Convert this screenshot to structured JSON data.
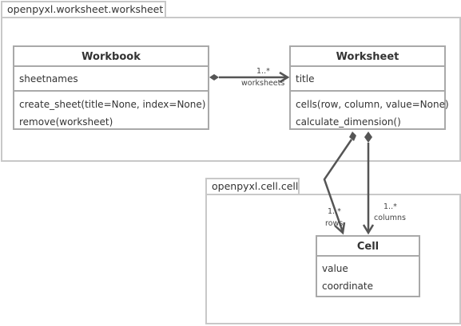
{
  "packages": {
    "worksheet": {
      "label": "openpyxl.worksheet.worksheet"
    },
    "cell": {
      "label": "openpyxl.cell.cell"
    }
  },
  "classes": {
    "workbook": {
      "name": "Workbook",
      "attributes": [
        "sheetnames"
      ],
      "methods": [
        "create_sheet(title=None, index=None)",
        "remove(worksheet)"
      ]
    },
    "worksheet": {
      "name": "Worksheet",
      "attributes": [
        "title"
      ],
      "methods": [
        "cells(row, column, value=None)",
        "calculate_dimension()"
      ]
    },
    "cell": {
      "name": "Cell",
      "attributes": [
        "value",
        "coordinate"
      ],
      "methods": []
    }
  },
  "relations": {
    "workbook_worksheets": {
      "multiplicity": "1..*",
      "role": "worksheets"
    },
    "worksheet_rows": {
      "multiplicity": "1..*",
      "role": "rows"
    },
    "worksheet_columns": {
      "multiplicity": "1..*",
      "role": "columns"
    }
  },
  "colors": {
    "package_border": "#c8c8c8",
    "class_border": "#a9a9a9",
    "edge": "#555555",
    "text": "#333333"
  }
}
